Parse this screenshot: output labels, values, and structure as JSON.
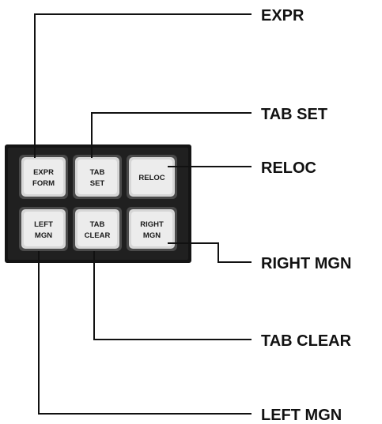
{
  "callouts": {
    "expr": "EXPR",
    "tab_set": "TAB SET",
    "reloc": "RELOC",
    "right_mgn": "RIGHT MGN",
    "tab_clear": "TAB CLEAR",
    "left_mgn": "LEFT MGN"
  },
  "keys": {
    "expr": {
      "line1": "EXPR",
      "line2": "FORM"
    },
    "tab_set": {
      "line1": "TAB",
      "line2": "SET"
    },
    "reloc": {
      "line1": "RELOC"
    },
    "left_mgn": {
      "line1": "LEFT",
      "line2": "MGN"
    },
    "tab_clear": {
      "line1": "TAB",
      "line2": "CLEAR"
    },
    "right_mgn": {
      "line1": "RIGHT",
      "line2": "MGN"
    }
  }
}
